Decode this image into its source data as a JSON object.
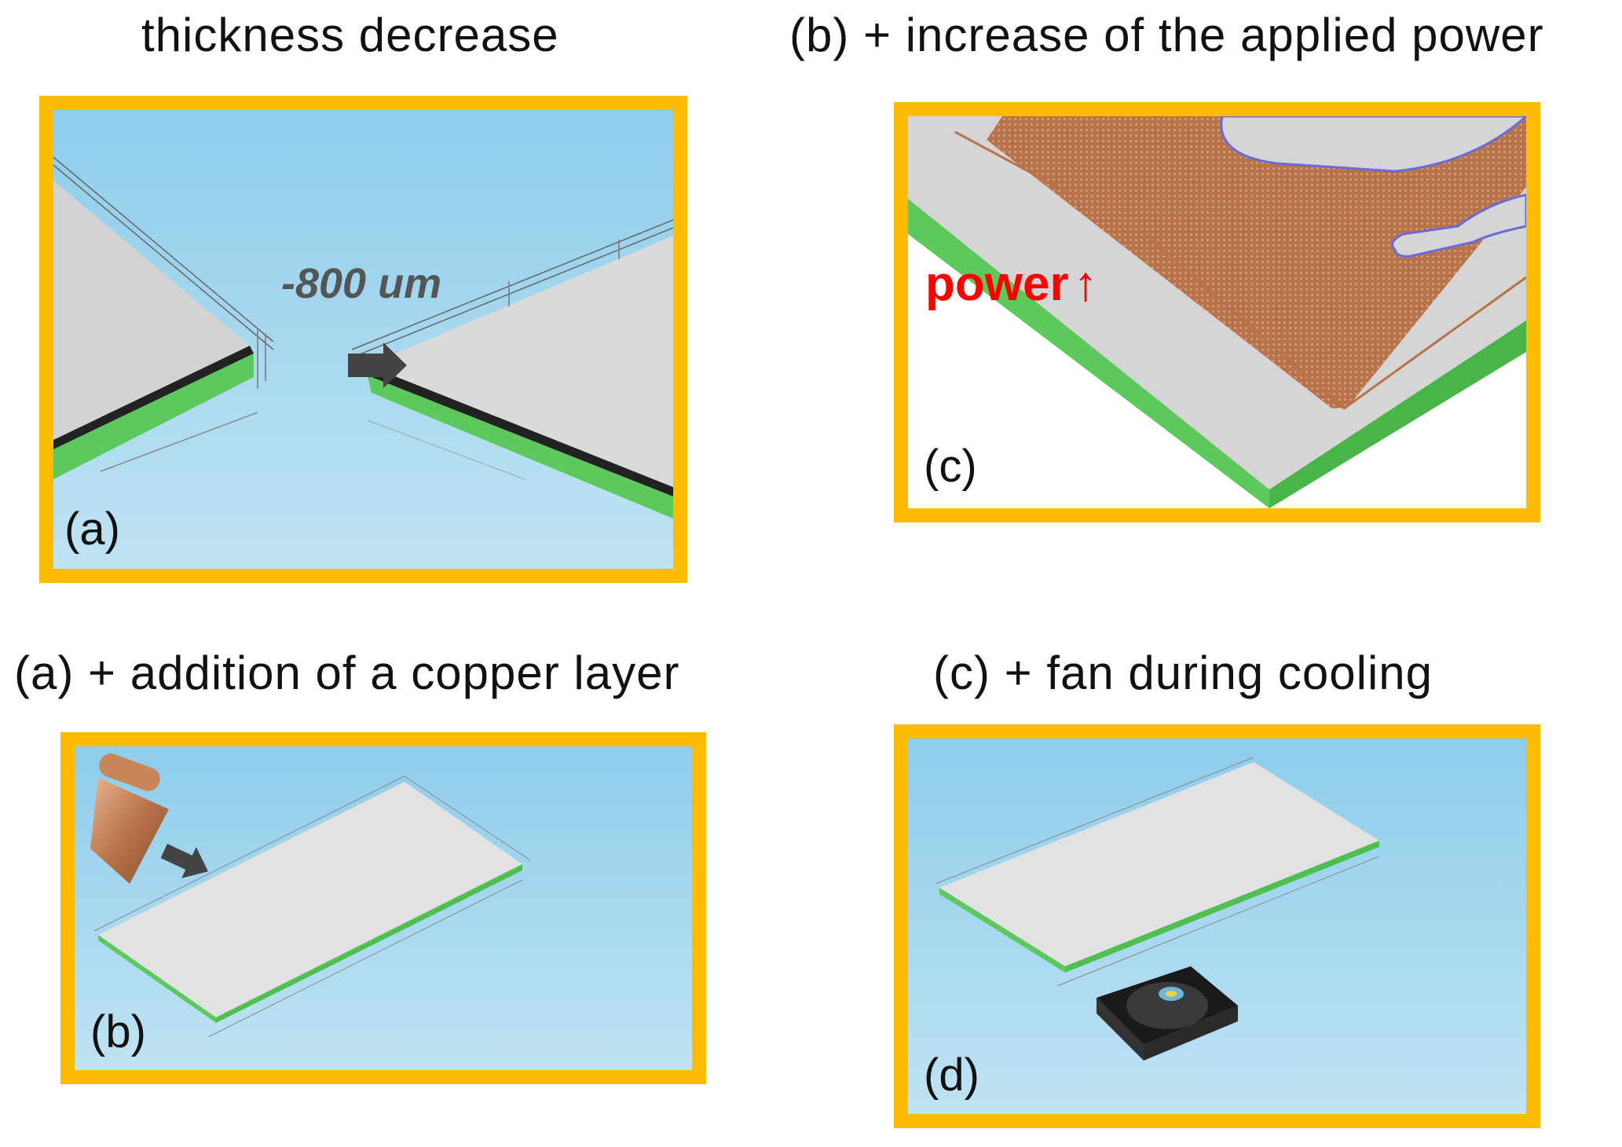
{
  "titles": {
    "a": "thickness decrease",
    "c": "(b) + increase of the applied power",
    "b": "(a) + addition of a copper layer",
    "d": "(c) + fan during cooling"
  },
  "panels": {
    "a": {
      "label": "(a)",
      "annotation": "-800 um"
    },
    "c": {
      "label": "(c)",
      "annotation": "power",
      "annotation_arrow": "↑"
    },
    "b": {
      "label": "(b)"
    },
    "d": {
      "label": "(d)"
    }
  },
  "colors": {
    "frame": "#FFBB00",
    "sky_top": "#8ECDEB",
    "sky_bottom": "#BFE3F3",
    "plate": "#D9D9D9",
    "plate_side": "#5DC95D",
    "power_text": "#FF0000",
    "copper": "#B8734A"
  },
  "icons": {
    "arrow_a": "right-arrow-icon",
    "arrow_b": "right-arrow-icon",
    "copper_roll": "copper-roll-icon",
    "fan": "fan-icon"
  }
}
